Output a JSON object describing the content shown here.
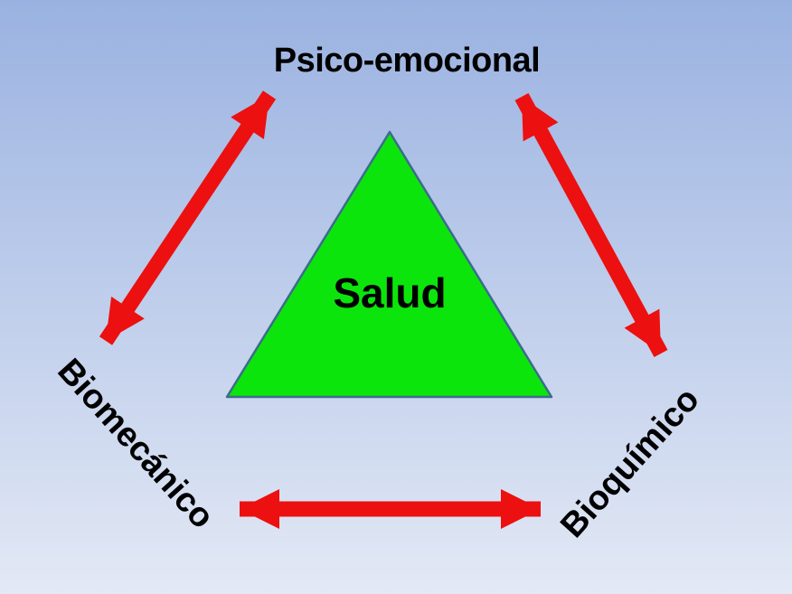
{
  "diagram": {
    "top_label": "Psico-emocional",
    "center_label": "Salud",
    "bottom_left_label": "Biomecánico",
    "bottom_right_label": "Bioquímico"
  },
  "icons": {
    "triangle": "triangle-shape",
    "arrows": "double-headed-arrow"
  },
  "colors": {
    "bg_top": "#9ab2e1",
    "bg_bottom": "#e3e9f5",
    "triangle_fill": "#0ce50c",
    "triangle_border": "#3d6b8e",
    "arrow": "#ec1010",
    "text": "#000000"
  }
}
